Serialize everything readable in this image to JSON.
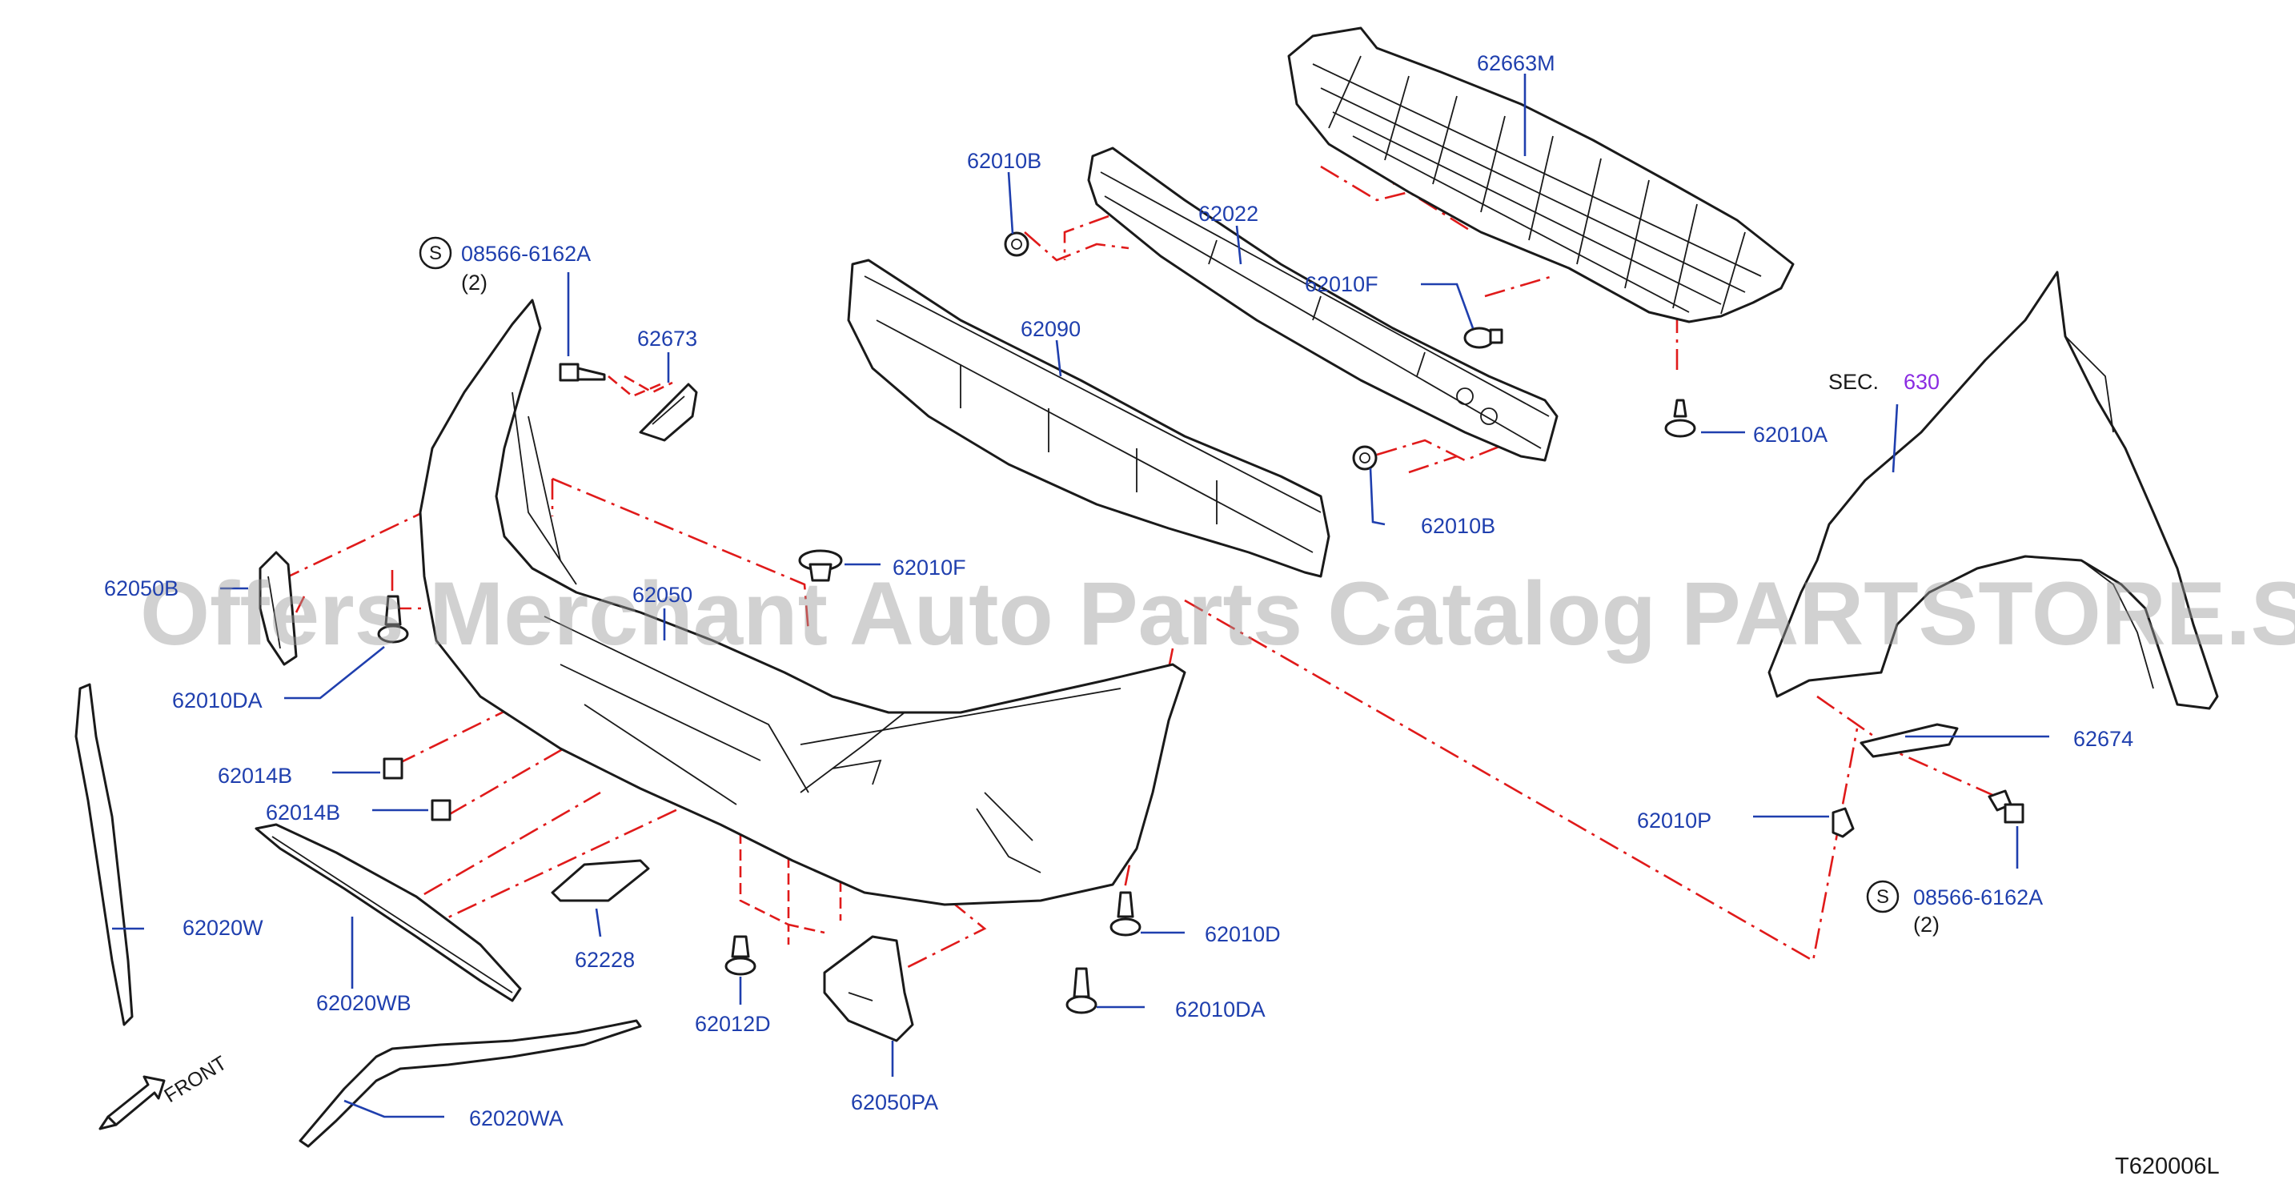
{
  "diagram": {
    "reference_code": "T620006L",
    "watermark": "Offers Merchant Auto Parts Catalog PARTSTORE.SA",
    "front_indicator": "FRONT",
    "section_ref": {
      "prefix": "SEC.",
      "number": "630"
    },
    "colors": {
      "labels": "#1f3fae",
      "guides": "#e01a1a",
      "parts": "#1a1a1a",
      "section_number": "#8a2be2"
    },
    "parts": {
      "p62663M": "62663M",
      "p62010B_top": "62010B",
      "p62022": "62022",
      "p62010F_upper": "62010F",
      "p62010A": "62010A",
      "p62010B_lower": "62010B",
      "p08566_top": "08566-6162A",
      "p08566_top_qty": "(2)",
      "p62673": "62673",
      "p62090": "62090",
      "p62010F_clip": "62010F",
      "p62050B": "62050B",
      "p62050": "62050",
      "p62010DA_left": "62010DA",
      "p62014B_a": "62014B",
      "p62014B_b": "62014B",
      "p62020W": "62020W",
      "p62020WB": "62020WB",
      "p62228": "62228",
      "p62012D": "62012D",
      "p62050PA": "62050PA",
      "p62020WA": "62020WA",
      "p62010D": "62010D",
      "p62010DA_right": "62010DA",
      "p62010P": "62010P",
      "p62674": "62674",
      "p08566_right": "08566-6162A",
      "p08566_right_qty": "(2)"
    },
    "s_symbol": "S"
  }
}
